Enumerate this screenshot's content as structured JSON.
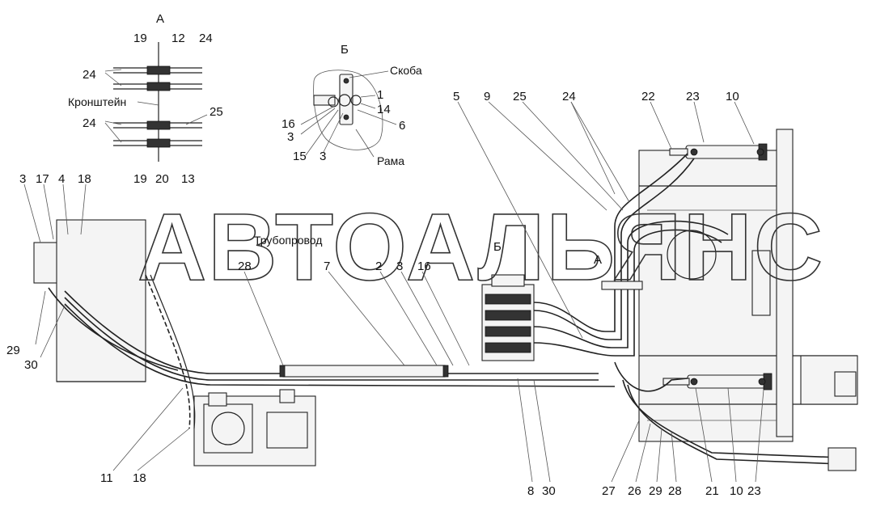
{
  "watermark": "АВТОАЛЬЯНС",
  "views": {
    "a_title": "А",
    "b_title": "Б",
    "a_marker": "А",
    "b_marker": "Б"
  },
  "words": {
    "kronshtein": "Кронштейн",
    "skoba": "Скоба",
    "rama": "Рама",
    "truboprovod": "Трубопровод"
  },
  "callouts_a": [
    "19",
    "12",
    "24",
    "24",
    "25",
    "24",
    "19",
    "20",
    "13"
  ],
  "callouts_b": [
    "1",
    "14",
    "6",
    "16",
    "3",
    "15",
    "3"
  ],
  "callouts_main_top": [
    "5",
    "9",
    "25",
    "24",
    "22",
    "23",
    "10"
  ],
  "callouts_main_left": [
    "3",
    "17",
    "4",
    "18",
    "29",
    "30"
  ],
  "callouts_main_mid": [
    "28",
    "7",
    "2",
    "3",
    "16"
  ],
  "callouts_bottom": [
    "11",
    "18",
    "8",
    "30",
    "27",
    "26",
    "29",
    "28",
    "21",
    "10",
    "23"
  ]
}
